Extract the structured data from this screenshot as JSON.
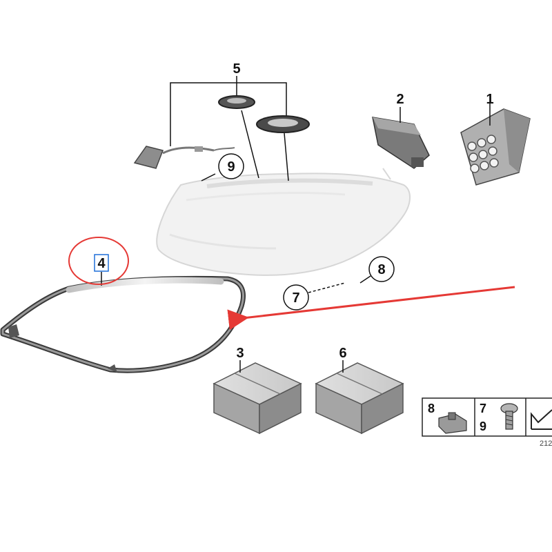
{
  "callouts": {
    "c1": "1",
    "c2": "2",
    "c3": "3",
    "c4": "4",
    "c5": "5",
    "c6": "6",
    "c7": "7",
    "c8": "8",
    "c9": "9"
  },
  "legend": {
    "cell1": "8",
    "cell2_top": "7",
    "cell2_bottom": "9"
  },
  "figure_number": "212",
  "colors": {
    "highlight": "#e53935",
    "line": "#111111",
    "part_gray": "#9e9e9e",
    "lens": "#eeeeee"
  }
}
